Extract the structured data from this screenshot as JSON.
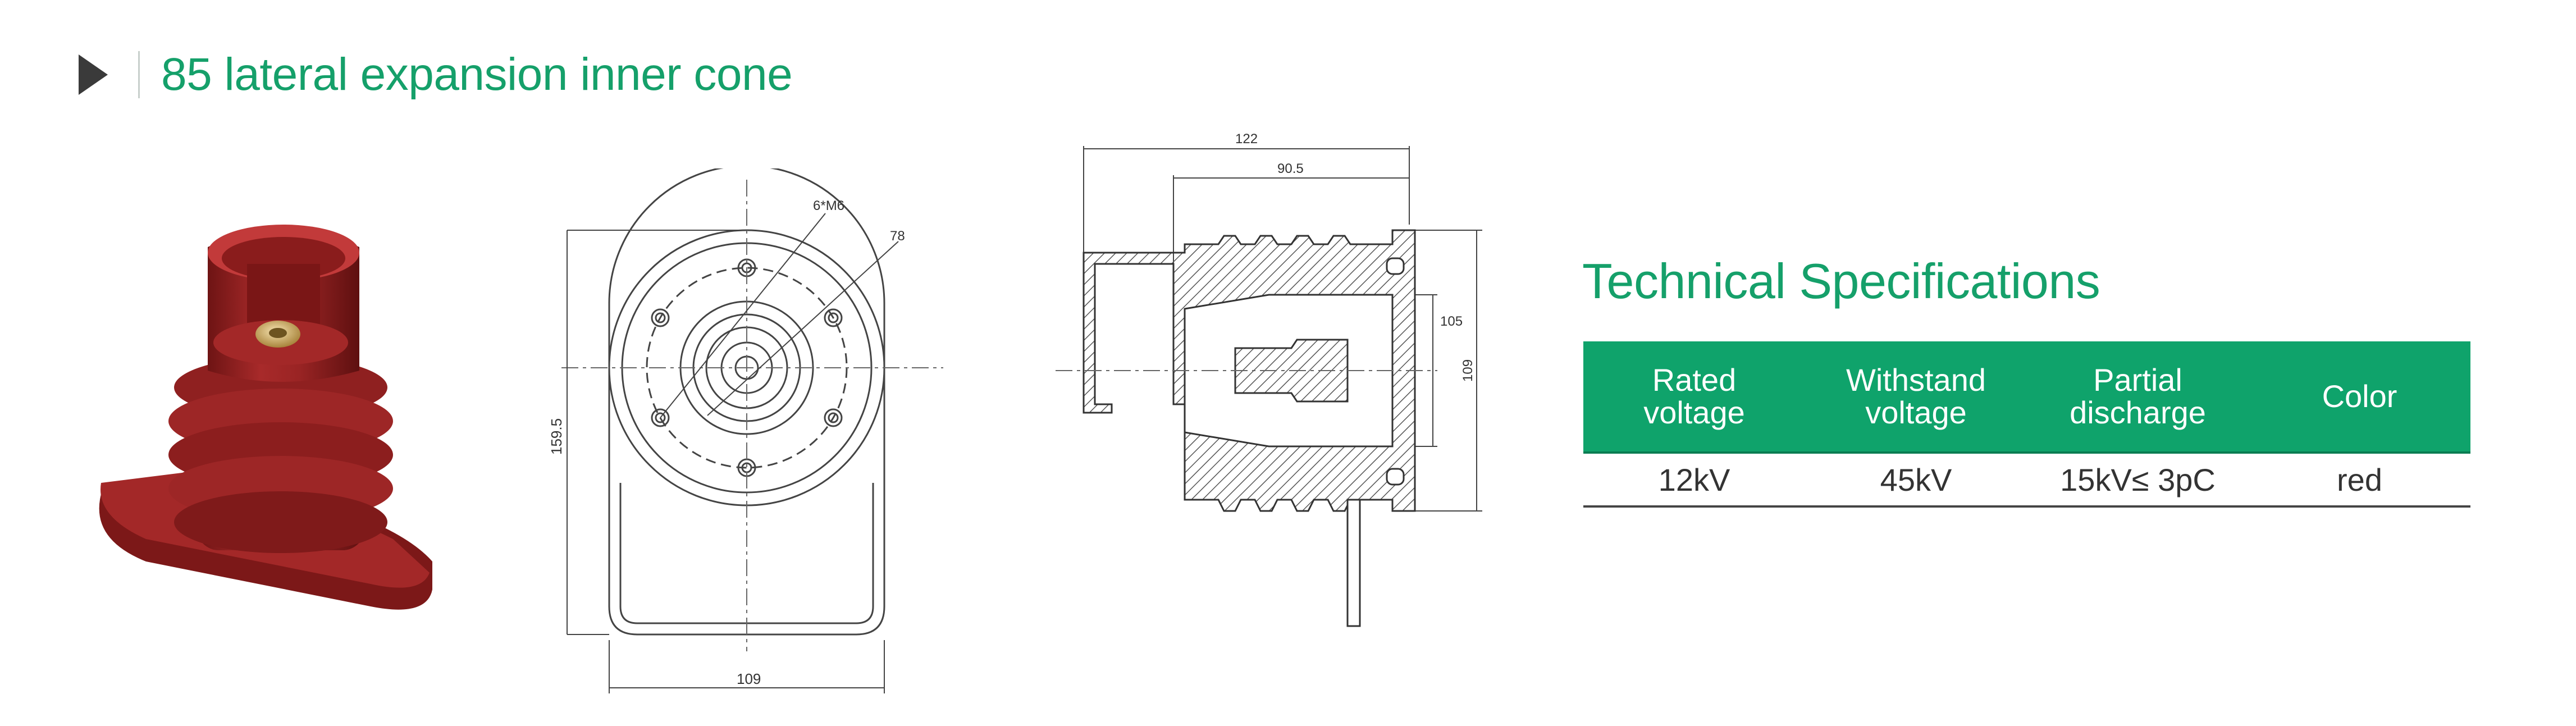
{
  "header": {
    "title": "85 lateral expansion inner cone"
  },
  "front_drawing": {
    "dim_width": "109",
    "dim_height": "159.5",
    "dim_holes": "6*M6",
    "dim_circle": "78"
  },
  "side_drawing": {
    "dim_total": "122",
    "dim_inner": "90.5",
    "dim_bore": "105",
    "dim_height": "109"
  },
  "specs": {
    "title": "Technical Specifications",
    "headers": [
      [
        "Rated",
        "voltage"
      ],
      [
        "Withstand",
        "voltage"
      ],
      [
        "Partial",
        "discharge"
      ],
      [
        "Color"
      ]
    ],
    "rows": [
      [
        "12kV",
        "45kV",
        "15kV≤ 3pC",
        "red"
      ]
    ]
  },
  "colors": {
    "accent": "#15a06a",
    "table_header": "#0fa36b",
    "product": "#8e2020"
  }
}
